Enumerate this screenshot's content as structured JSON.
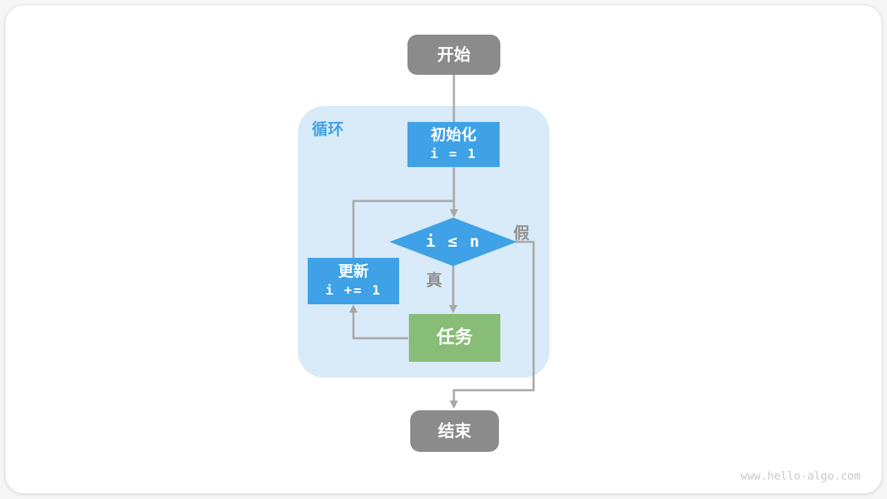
{
  "diagram": {
    "start": {
      "label": "开始"
    },
    "loop": {
      "label": "循环"
    },
    "init": {
      "title": "初始化",
      "code": "i = 1"
    },
    "condition": {
      "code": "i ≤ n"
    },
    "branches": {
      "true_label": "真",
      "false_label": "假"
    },
    "update": {
      "title": "更新",
      "code": "i += 1"
    },
    "task": {
      "label": "任务"
    },
    "end": {
      "label": "结束"
    },
    "watermark": "www.hello-algo.com",
    "colors": {
      "process_blue": "#3fa2e6",
      "task_green": "#87bd77",
      "terminal_gray": "#8b8b8b",
      "loop_background": "#d9eaf8",
      "connector_gray": "#a8a8a8",
      "branch_label_gray": "#8f8f8f",
      "loop_label_blue": "#3fa2e6",
      "watermark_gray": "#c9c9c9"
    }
  }
}
